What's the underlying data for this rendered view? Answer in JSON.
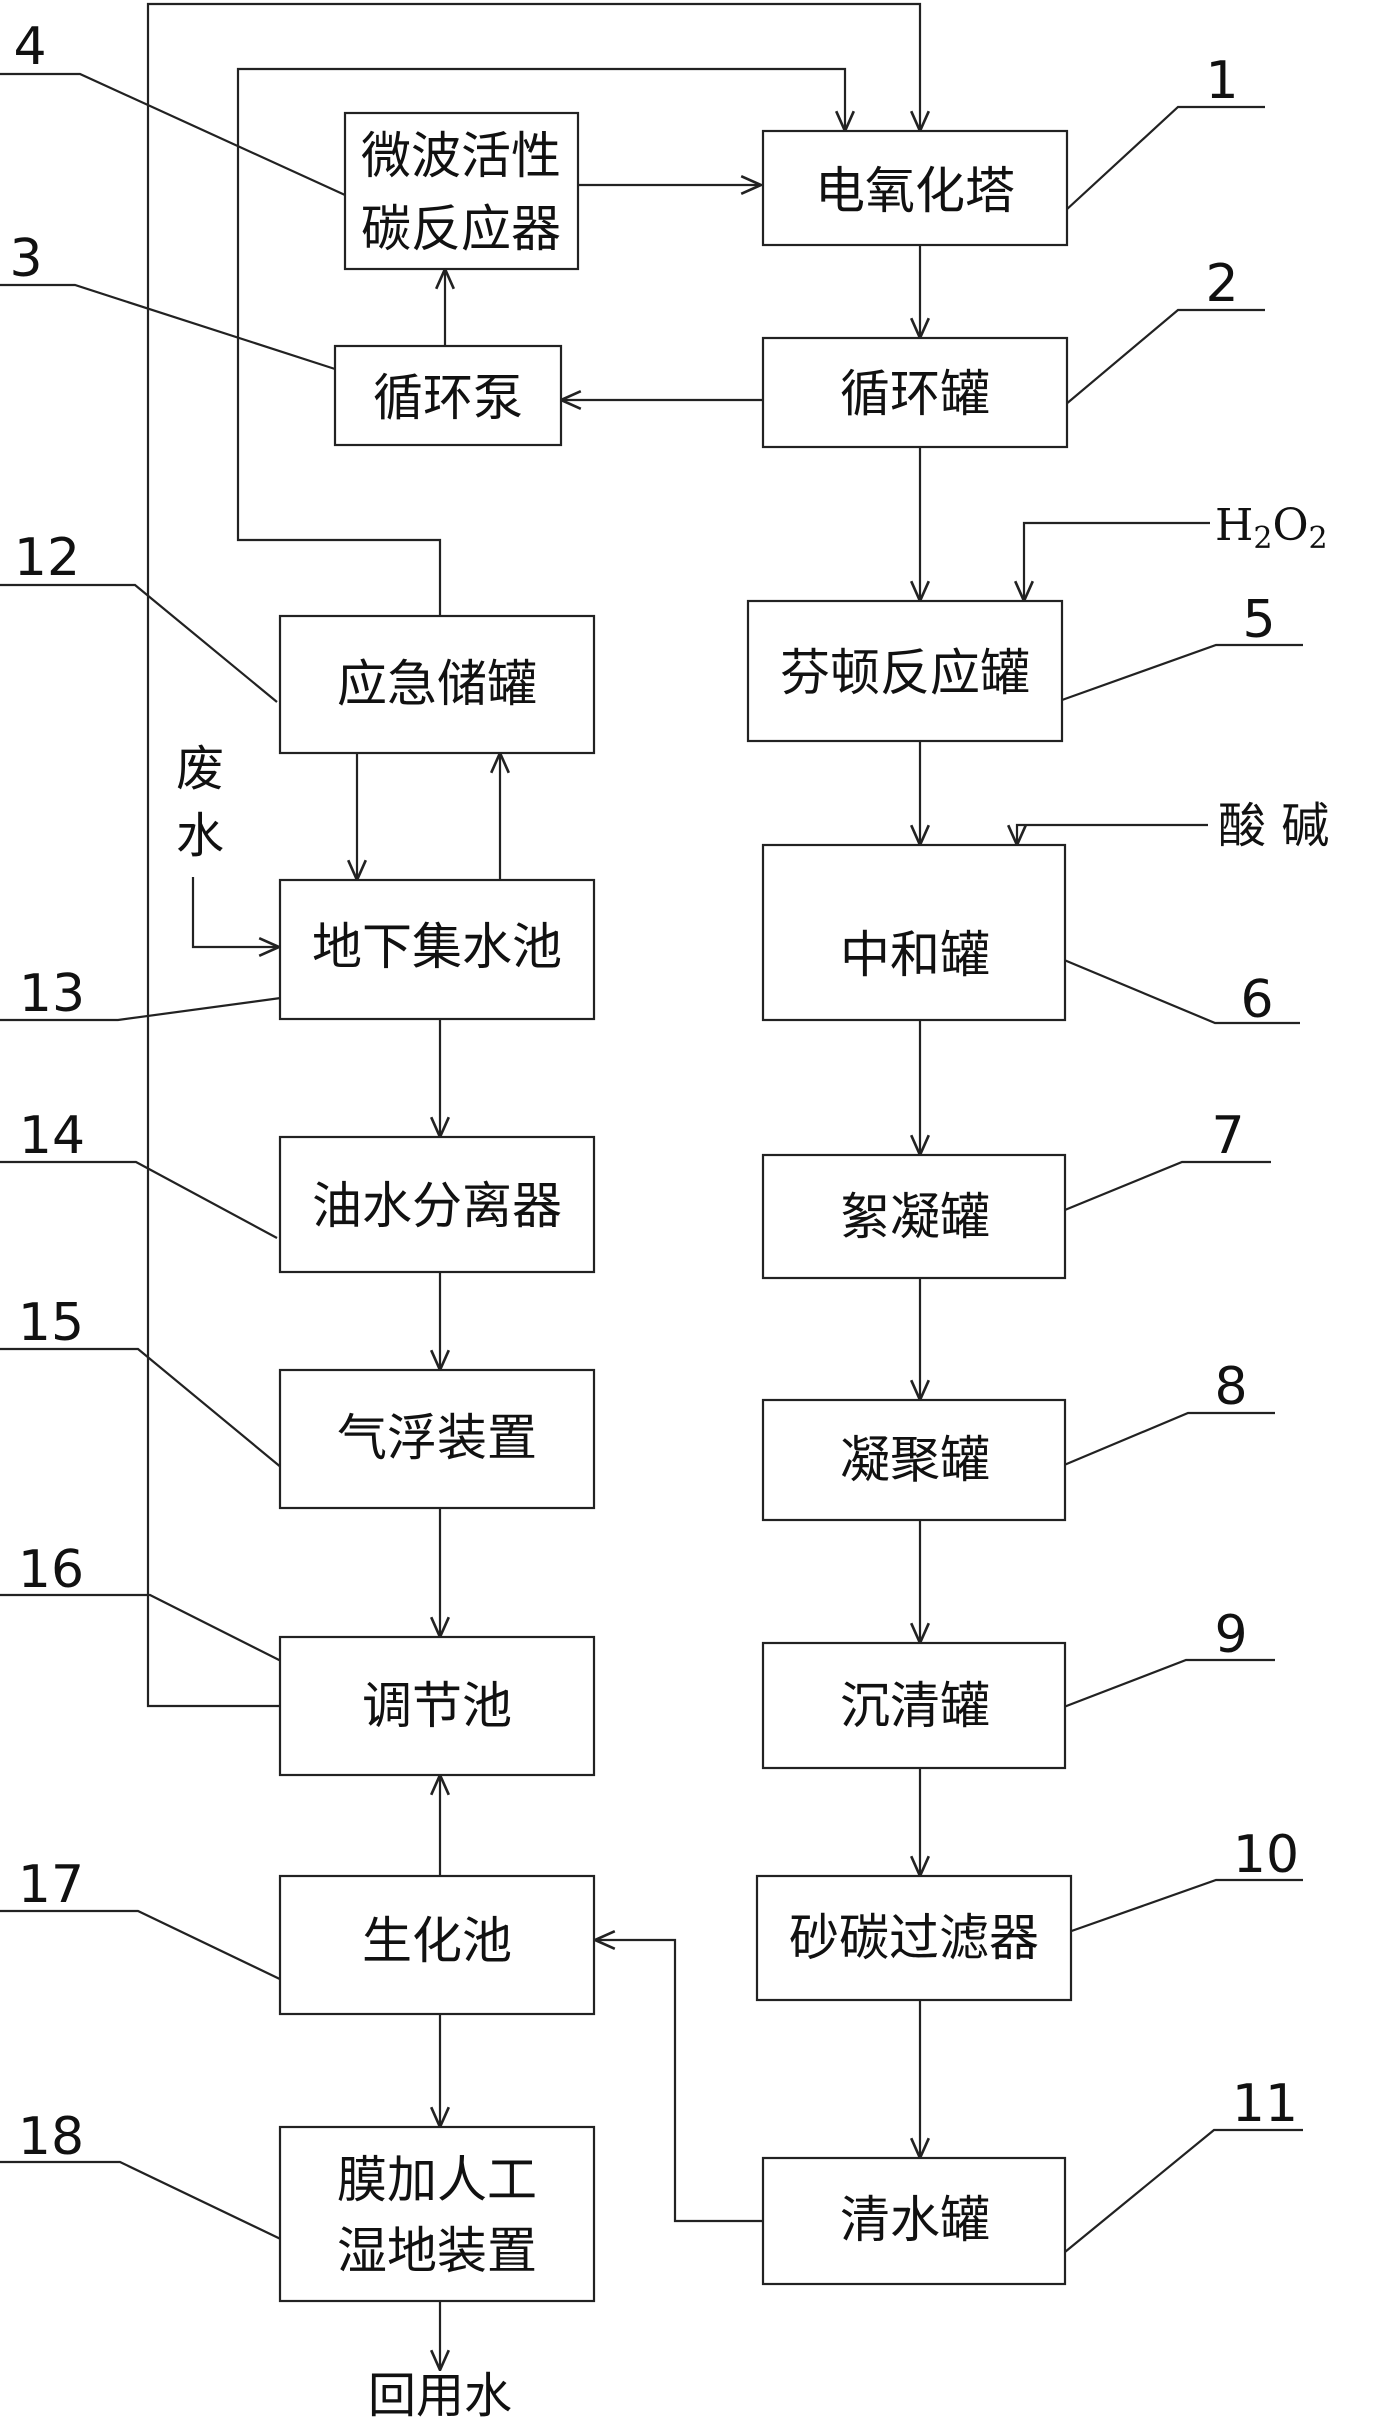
{
  "boxes": {
    "electro_oxidation_tower": [
      "电氧化塔"
    ],
    "circulation_tank": [
      "循环罐"
    ],
    "circulation_pump": [
      "循环泵"
    ],
    "microwave_carbon_reactor": [
      "微波活性",
      "碳反应器"
    ],
    "fenton_reaction_tank": [
      "芬顿反应罐"
    ],
    "neutralization_tank": [
      "中和罐"
    ],
    "flocculation_tank": [
      "絮凝罐"
    ],
    "coagulation_tank": [
      "凝聚罐"
    ],
    "clarifier_tank": [
      "沉清罐"
    ],
    "sand_carbon_filter": [
      "砂碳过滤器"
    ],
    "clean_water_tank": [
      "清水罐"
    ],
    "emergency_storage_tank": [
      "应急储罐"
    ],
    "underground_sump": [
      "地下集水池"
    ],
    "oil_water_separator": [
      "油水分离器"
    ],
    "air_flotation_device": [
      "气浮装置"
    ],
    "regulating_tank": [
      "调节池"
    ],
    "biochemical_tank": [
      "生化池"
    ],
    "membrane_wetland_device": [
      "膜加人工",
      "湿地装置"
    ]
  },
  "numbers": {
    "electro_oxidation_tower": "1",
    "circulation_tank": "2",
    "circulation_pump": "3",
    "microwave_carbon_reactor": "4",
    "fenton_reaction_tank": "5",
    "neutralization_tank": "6",
    "flocculation_tank": "7",
    "coagulation_tank": "8",
    "clarifier_tank": "9",
    "sand_carbon_filter": "10",
    "clean_water_tank": "11",
    "emergency_storage_tank": "12",
    "underground_sump": "13",
    "oil_water_separator": "14",
    "air_flotation_device": "15",
    "regulating_tank": "16",
    "biochemical_tank": "17",
    "membrane_wetland_device": "18"
  },
  "inputs": {
    "h2o2_main": "H",
    "h2o2_sub1": "2",
    "h2o2_mid": "O",
    "h2o2_sub2": "2",
    "acid_base": "酸  碱",
    "wastewater": [
      "废",
      "水"
    ]
  },
  "outputs": {
    "reuse_water": "回用水"
  }
}
